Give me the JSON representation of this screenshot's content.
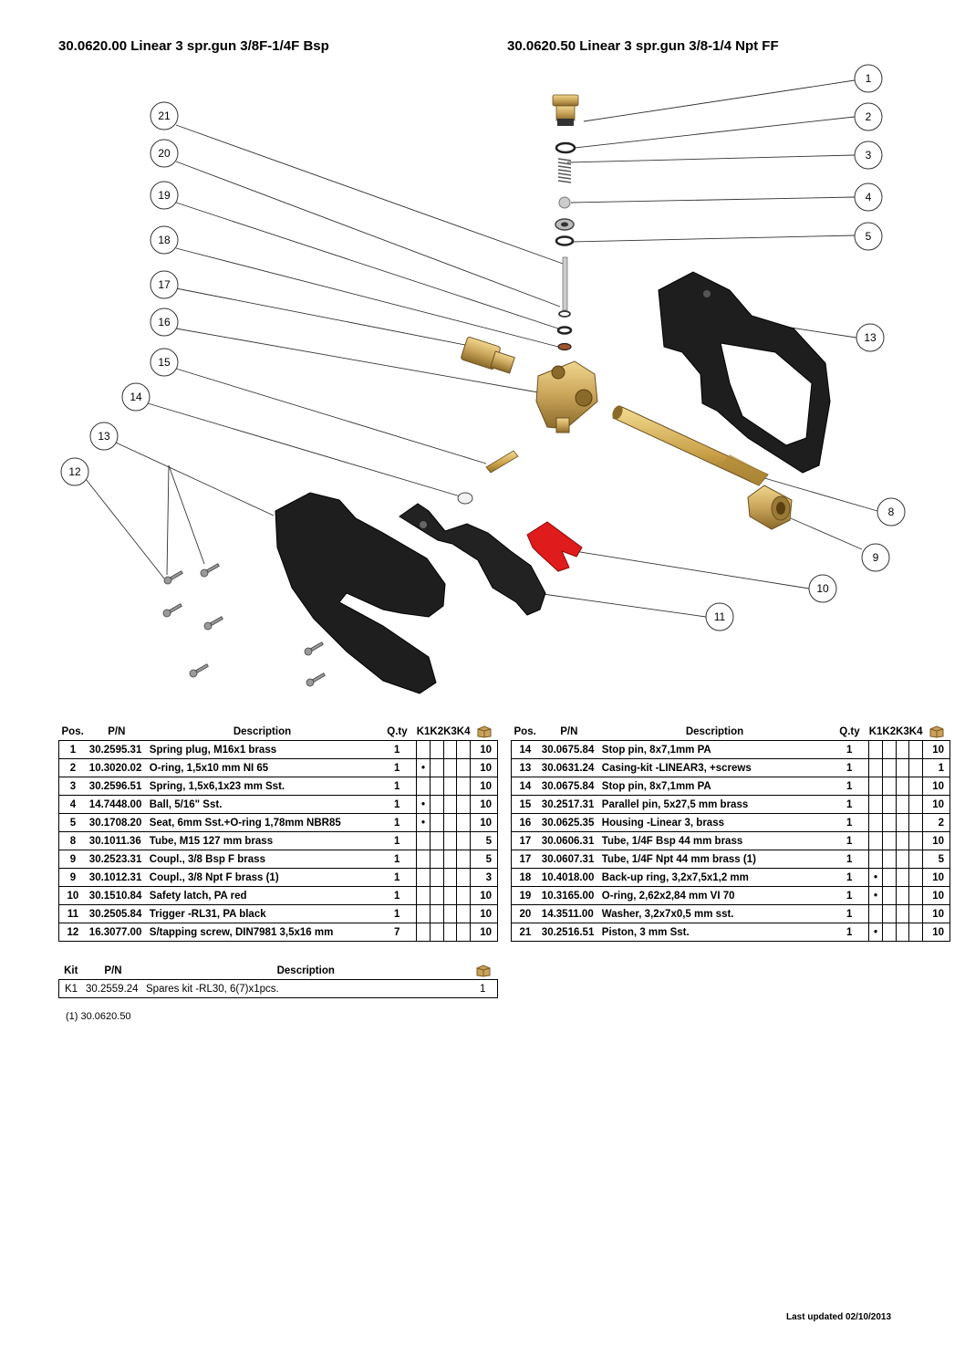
{
  "titles": {
    "left": "30.0620.00 Linear 3 spr.gun 3/8F-1/4F Bsp",
    "right": "30.0620.50 Linear 3 spr.gun 3/8-1/4 Npt FF"
  },
  "diagram": {
    "callouts": [
      "1",
      "2",
      "3",
      "4",
      "5",
      "8",
      "9",
      "10",
      "11",
      "12",
      "13",
      "13",
      "14",
      "15",
      "16",
      "17",
      "18",
      "19",
      "20",
      "21"
    ]
  },
  "table_headers": {
    "pos": "Pos.",
    "pn": "P/N",
    "description": "Description",
    "qty": "Q.ty",
    "k1": "K1",
    "k2": "K2",
    "k3": "K3",
    "k4": "K4",
    "box_icon": "box-icon"
  },
  "table_left": [
    {
      "pos": "1",
      "pn": "30.2595.31",
      "desc": "Spring plug, M16x1 brass",
      "qty": "1",
      "k1": "",
      "k2": "",
      "k3": "",
      "pack": "10"
    },
    {
      "pos": "2",
      "pn": "10.3020.02",
      "desc": "O-ring, 1,5x10 mm NI 65",
      "qty": "1",
      "k1": "•",
      "k2": "",
      "k3": "",
      "pack": "10"
    },
    {
      "pos": "3",
      "pn": "30.2596.51",
      "desc": "Spring, 1,5x6,1x23 mm Sst.",
      "qty": "1",
      "k1": "",
      "k2": "",
      "k3": "",
      "pack": "10"
    },
    {
      "pos": "4",
      "pn": "14.7448.00",
      "desc": "Ball, 5/16\" Sst.",
      "qty": "1",
      "k1": "•",
      "k2": "",
      "k3": "",
      "pack": "10"
    },
    {
      "pos": "5",
      "pn": "30.1708.20",
      "desc": "Seat, 6mm Sst.+O-ring 1,78mm NBR85",
      "qty": "1",
      "k1": "•",
      "k2": "",
      "k3": "",
      "pack": "10"
    },
    {
      "pos": "8",
      "pn": "30.1011.36",
      "desc": "Tube, M15 127 mm brass",
      "qty": "1",
      "k1": "",
      "k2": "",
      "k3": "",
      "pack": "5"
    },
    {
      "pos": "9",
      "pn": "30.2523.31",
      "desc": "Coupl., 3/8 Bsp F brass",
      "qty": "1",
      "k1": "",
      "k2": "",
      "k3": "",
      "pack": "5"
    },
    {
      "pos": "9",
      "pn": "30.1012.31",
      "desc": "Coupl., 3/8 Npt F brass (1)",
      "qty": "1",
      "k1": "",
      "k2": "",
      "k3": "",
      "pack": "3"
    },
    {
      "pos": "10",
      "pn": "30.1510.84",
      "desc": "Safety latch, PA red",
      "qty": "1",
      "k1": "",
      "k2": "",
      "k3": "",
      "pack": "10"
    },
    {
      "pos": "11",
      "pn": "30.2505.84",
      "desc": "Trigger -RL31, PA black",
      "qty": "1",
      "k1": "",
      "k2": "",
      "k3": "",
      "pack": "10"
    },
    {
      "pos": "12",
      "pn": "16.3077.00",
      "desc": "S/tapping screw, DIN7981 3,5x16 mm",
      "qty": "7",
      "k1": "",
      "k2": "",
      "k3": "",
      "pack": "10"
    }
  ],
  "table_right": [
    {
      "pos": "14",
      "pn": "30.0675.84",
      "desc": "Stop pin, 8x7,1mm PA",
      "qty": "1",
      "k1": "",
      "k2": "",
      "k3": "",
      "pack": "10"
    },
    {
      "pos": "13",
      "pn": "30.0631.24",
      "desc": "Casing-kit -LINEAR3, +screws",
      "qty": "1",
      "k1": "",
      "k2": "",
      "k3": "",
      "pack": "1"
    },
    {
      "pos": "14",
      "pn": "30.0675.84",
      "desc": "Stop pin, 8x7,1mm PA",
      "qty": "1",
      "k1": "",
      "k2": "",
      "k3": "",
      "pack": "10"
    },
    {
      "pos": "15",
      "pn": "30.2517.31",
      "desc": "Parallel pin, 5x27,5 mm brass",
      "qty": "1",
      "k1": "",
      "k2": "",
      "k3": "",
      "pack": "10"
    },
    {
      "pos": "16",
      "pn": "30.0625.35",
      "desc": "Housing -Linear 3, brass",
      "qty": "1",
      "k1": "",
      "k2": "",
      "k3": "",
      "pack": "2"
    },
    {
      "pos": "17",
      "pn": "30.0606.31",
      "desc": "Tube, 1/4F Bsp 44 mm brass",
      "qty": "1",
      "k1": "",
      "k2": "",
      "k3": "",
      "pack": "10"
    },
    {
      "pos": "17",
      "pn": "30.0607.31",
      "desc": "Tube, 1/4F Npt 44 mm brass (1)",
      "qty": "1",
      "k1": "",
      "k2": "",
      "k3": "",
      "pack": "5"
    },
    {
      "pos": "18",
      "pn": "10.4018.00",
      "desc": "Back-up ring, 3,2x7,5x1,2 mm",
      "qty": "1",
      "k1": "•",
      "k2": "",
      "k3": "",
      "pack": "10"
    },
    {
      "pos": "19",
      "pn": "10.3165.00",
      "desc": "O-ring, 2,62x2,84 mm VI 70",
      "qty": "1",
      "k1": "•",
      "k2": "",
      "k3": "",
      "pack": "10"
    },
    {
      "pos": "20",
      "pn": "14.3511.00",
      "desc": "Washer, 3,2x7x0,5 mm sst.",
      "qty": "1",
      "k1": "",
      "k2": "",
      "k3": "",
      "pack": "10"
    },
    {
      "pos": "21",
      "pn": "30.2516.51",
      "desc": "Piston, 3 mm Sst.",
      "qty": "1",
      "k1": "•",
      "k2": "",
      "k3": "",
      "pack": "10"
    }
  ],
  "kit_headers": {
    "kit": "Kit",
    "pn": "P/N",
    "description": "Description"
  },
  "kit_rows": [
    {
      "kit": "K1",
      "pn": "30.2559.24",
      "desc": "Spares kit -RL30, 6(7)x1pcs.",
      "pack": "1"
    }
  ],
  "footnote": "(1) 30.0620.50",
  "last_updated": "Last updated 02/10/2013",
  "colors": {
    "brass": "#c9a55a",
    "brass_dark": "#8a6a2a",
    "black_part": "#1e1e1e",
    "red_part": "#e01b1b",
    "line": "#333333"
  }
}
